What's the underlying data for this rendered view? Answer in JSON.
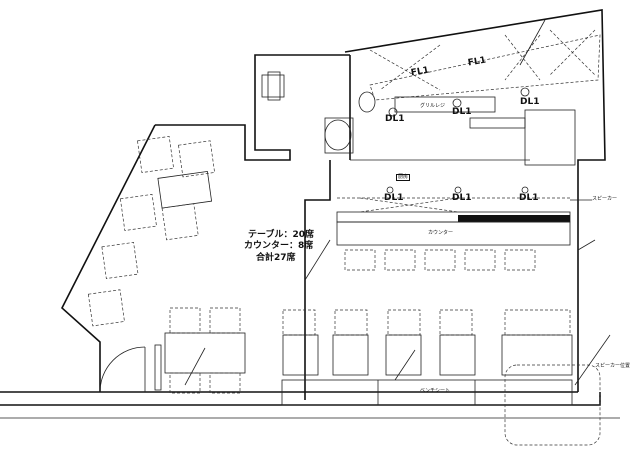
{
  "seating": {
    "table": "テーブル：20席",
    "counter": "カウンター：8席",
    "total": "合計27席"
  },
  "fixtures": {
    "fl1_a": "FL1",
    "fl1_b": "FL1",
    "dl1_labels": [
      "DL1",
      "DL1",
      "DL1",
      "DL1",
      "DL1",
      "DL1"
    ],
    "counter_label": "カウンター",
    "bench_label": "ベンチシート",
    "kitchen_tag": "厨房",
    "grill": "グリルレジ"
  },
  "annotations": {
    "speaker_a": "スピーカー",
    "speaker_b": "スピーカー位置"
  }
}
